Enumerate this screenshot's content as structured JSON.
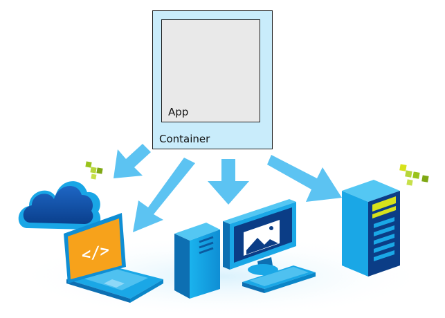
{
  "container": {
    "label": "Container",
    "fill": "#c9ecfb",
    "stroke": "#1a1a1a"
  },
  "app": {
    "label": "App",
    "fill": "#e9e9e9",
    "stroke": "#1a1a1a"
  },
  "arrows": {
    "color": "#5cc3f2",
    "targets": [
      "cloud",
      "laptop",
      "desktop-pc",
      "server"
    ]
  },
  "icons": {
    "cloud": "cloud-icon",
    "laptop": "laptop-code-icon",
    "tower": "pc-tower-icon",
    "monitor": "monitor-image-icon",
    "keyboard": "keyboard-icon",
    "server": "server-rack-icon",
    "cubes": "container-cubes-icon"
  },
  "colors": {
    "device_blue": "#1aa7e6",
    "device_dark": "#0d6fb2",
    "device_navy": "#0b3d86",
    "laptop_screen": "#f7a21b",
    "server_accent": "#d7e21b",
    "cube_green": "#9ac31c"
  }
}
